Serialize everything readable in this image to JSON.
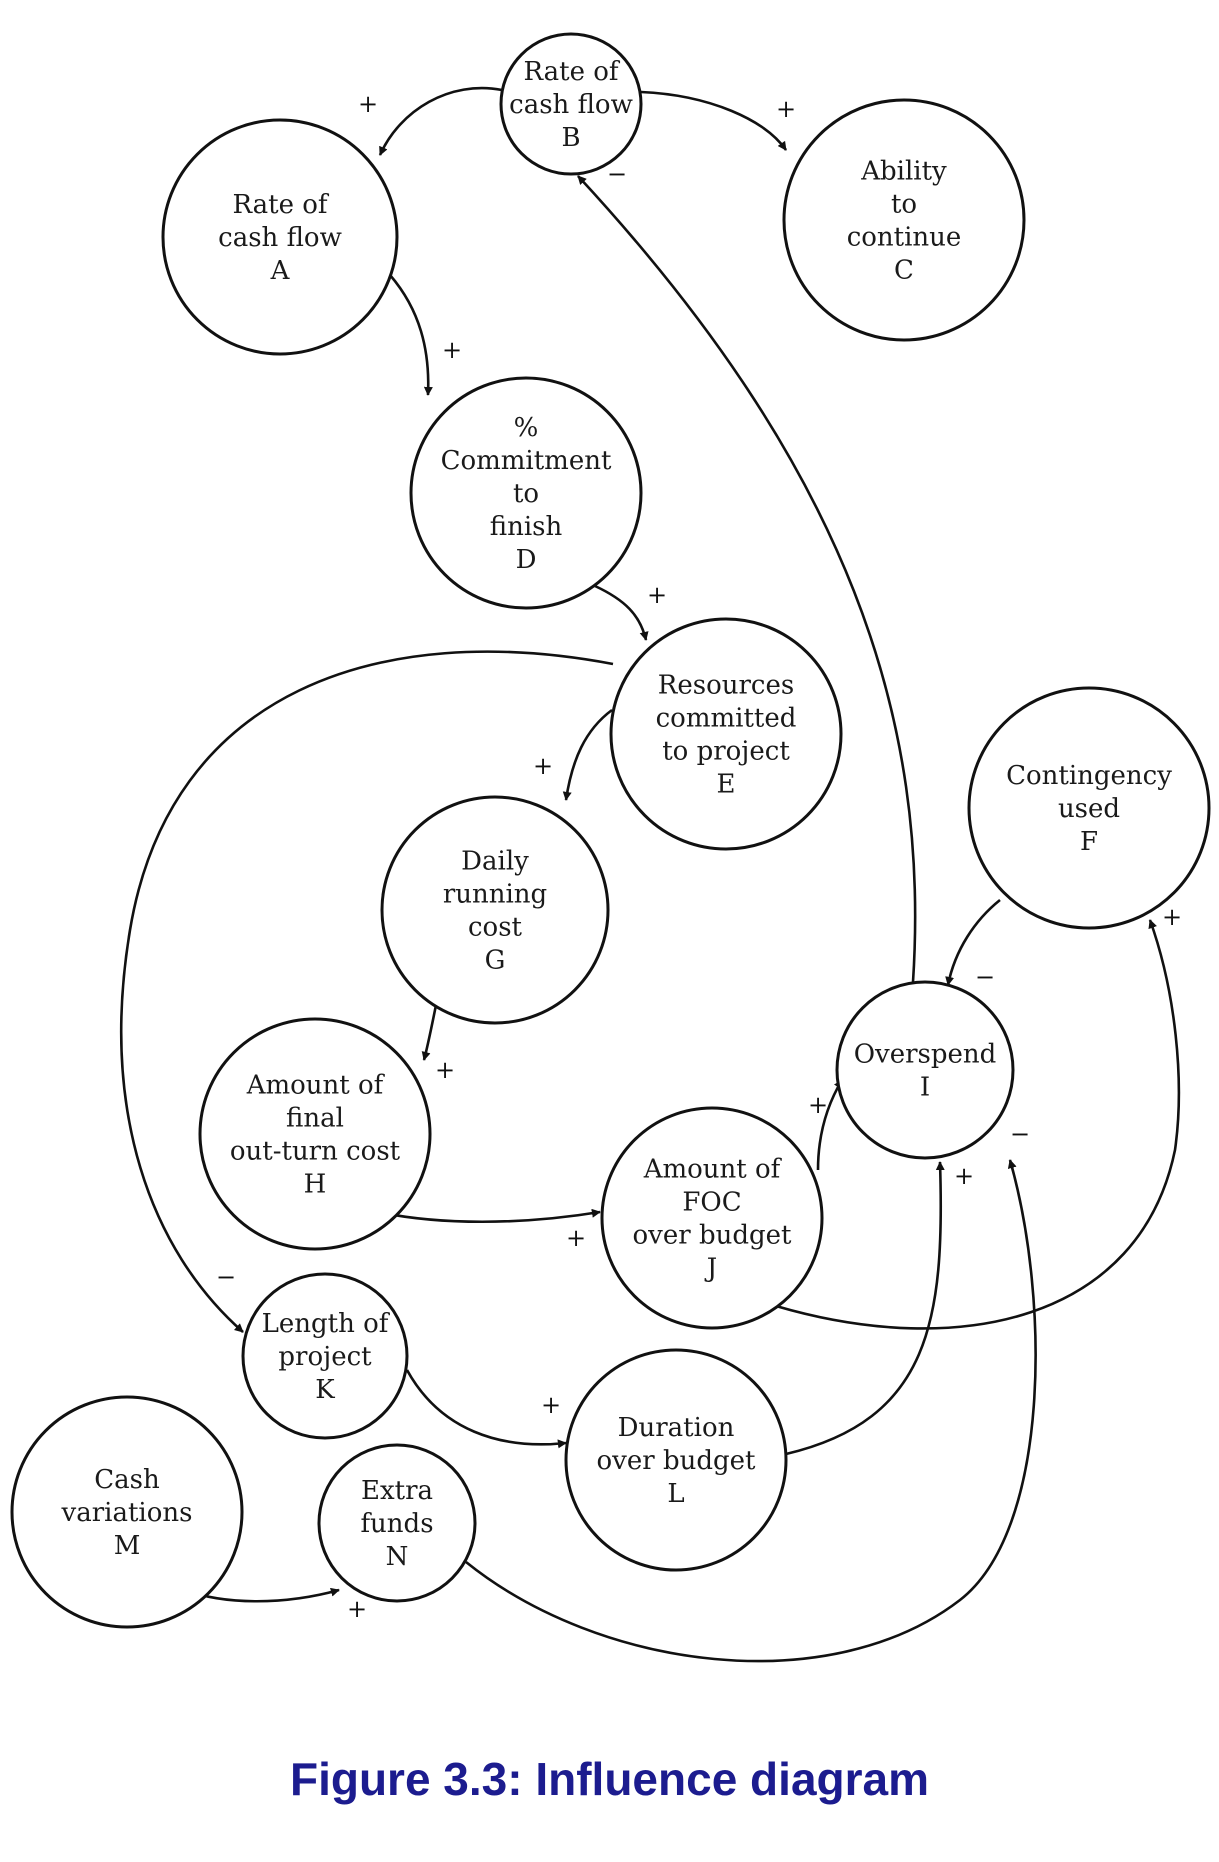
{
  "caption": "Figure 3.3: Influence diagram",
  "caption_color": "#1c1c8f",
  "nodes": [
    {
      "id": "B",
      "lines": [
        "Rate of",
        "cash flow",
        "B"
      ]
    },
    {
      "id": "A",
      "lines": [
        "Rate of",
        "cash flow",
        "A"
      ]
    },
    {
      "id": "C",
      "lines": [
        "Ability",
        "to",
        "continue",
        "C"
      ]
    },
    {
      "id": "D",
      "lines": [
        "%",
        "Commitment",
        "to",
        "finish",
        "D"
      ]
    },
    {
      "id": "E",
      "lines": [
        "Resources",
        "committed",
        "to project",
        "E"
      ]
    },
    {
      "id": "F",
      "lines": [
        "Contingency",
        "used",
        "F"
      ]
    },
    {
      "id": "G",
      "lines": [
        "Daily",
        "running",
        "cost",
        "G"
      ]
    },
    {
      "id": "H",
      "lines": [
        "Amount of",
        "final",
        "out-turn cost",
        "H"
      ]
    },
    {
      "id": "I",
      "lines": [
        "Overspend",
        "I"
      ]
    },
    {
      "id": "J",
      "lines": [
        "Amount of",
        "FOC",
        "over budget",
        "J"
      ]
    },
    {
      "id": "K",
      "lines": [
        "Length of",
        "project",
        "K"
      ]
    },
    {
      "id": "L",
      "lines": [
        "Duration",
        "over budget",
        "L"
      ]
    },
    {
      "id": "M",
      "lines": [
        "Cash",
        "variations",
        "M"
      ]
    },
    {
      "id": "N",
      "lines": [
        "Extra",
        "funds",
        "N"
      ]
    }
  ],
  "edges": [
    {
      "from": "B",
      "to": "A",
      "sign": "+"
    },
    {
      "from": "B",
      "to": "C",
      "sign": "+"
    },
    {
      "from": "A",
      "to": "D",
      "sign": "+"
    },
    {
      "from": "D",
      "to": "E",
      "sign": "+"
    },
    {
      "from": "E",
      "to": "G",
      "sign": "+"
    },
    {
      "from": "E",
      "to": "K",
      "sign": "−"
    },
    {
      "from": "G",
      "to": "H",
      "sign": "+"
    },
    {
      "from": "H",
      "to": "J",
      "sign": "+"
    },
    {
      "from": "J",
      "to": "I",
      "sign": "+"
    },
    {
      "from": "J",
      "to": "F",
      "sign": "+"
    },
    {
      "from": "F",
      "to": "I",
      "sign": "−"
    },
    {
      "from": "I",
      "to": "B",
      "sign": "−"
    },
    {
      "from": "K",
      "to": "L",
      "sign": "+"
    },
    {
      "from": "L",
      "to": "I",
      "sign": "+"
    },
    {
      "from": "M",
      "to": "N",
      "sign": "+"
    },
    {
      "from": "N",
      "to": "I",
      "sign": "−"
    }
  ]
}
